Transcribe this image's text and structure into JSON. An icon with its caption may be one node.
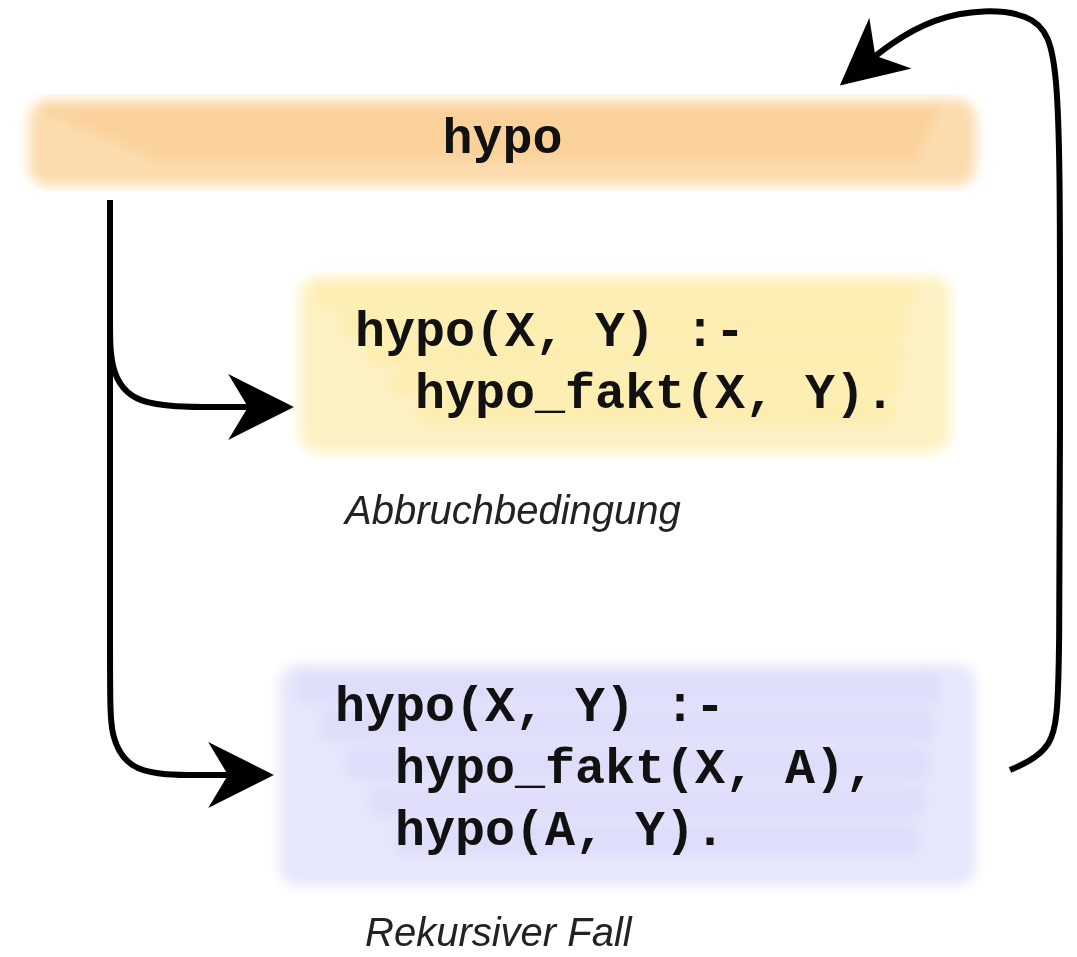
{
  "diagram": {
    "nodes": [
      {
        "text": [
          "hypo"
        ]
      },
      {
        "text": [
          "hypo(X, Y) :- hypo_fakt(X, Y)."
        ],
        "beside": [
          "Abbruchbedingung"
        ]
      },
      {
        "text": [
          "hypo(X, Y) :- hypo_fakt(X, A), hypo(A, Y)."
        ],
        "beside": [
          "Rekursiver Fall"
        ]
      }
    ],
    "edges": [
      {
        "from": 0,
        "to": 1,
        "arrow": "to"
      },
      {
        "from": 0,
        "to": 2,
        "arrow": "to"
      },
      {
        "from": 2,
        "to": 0,
        "arrow": "to"
      }
    ]
  }
}
